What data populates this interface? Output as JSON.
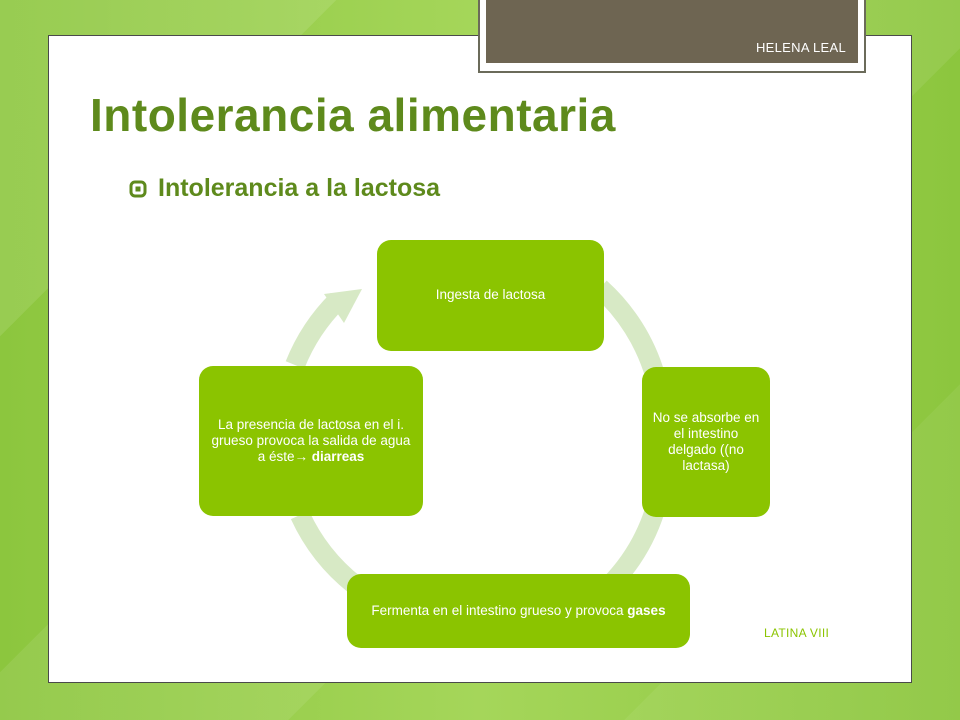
{
  "header": {
    "author": "HELENA LEAL"
  },
  "title": "Intolerancia alimentaria",
  "bullet": {
    "text": "Intolerancia a la lactosa",
    "icon": "square-bullet-icon"
  },
  "cycle": {
    "nodes": [
      {
        "text": "Ingesta de lactosa"
      },
      {
        "text": "No se absorbe en el intestino delgado ((no lactasa)"
      },
      {
        "text_prefix": "Fermenta en el intestino grueso y provoca ",
        "text_bold": "gases"
      },
      {
        "text_prefix": "La presencia de lactosa en el i. grueso provoca la salida de agua  a éste",
        "arrow": "→",
        "text_bold": " diarreas"
      }
    ]
  },
  "footer": {
    "label": "LATINA VIII"
  },
  "colors": {
    "background": "#8dc63f",
    "title": "#5e8a1c",
    "node": "#8bc400",
    "cycle_ring": "#d7e9c5",
    "author_box": "#6e6552"
  }
}
